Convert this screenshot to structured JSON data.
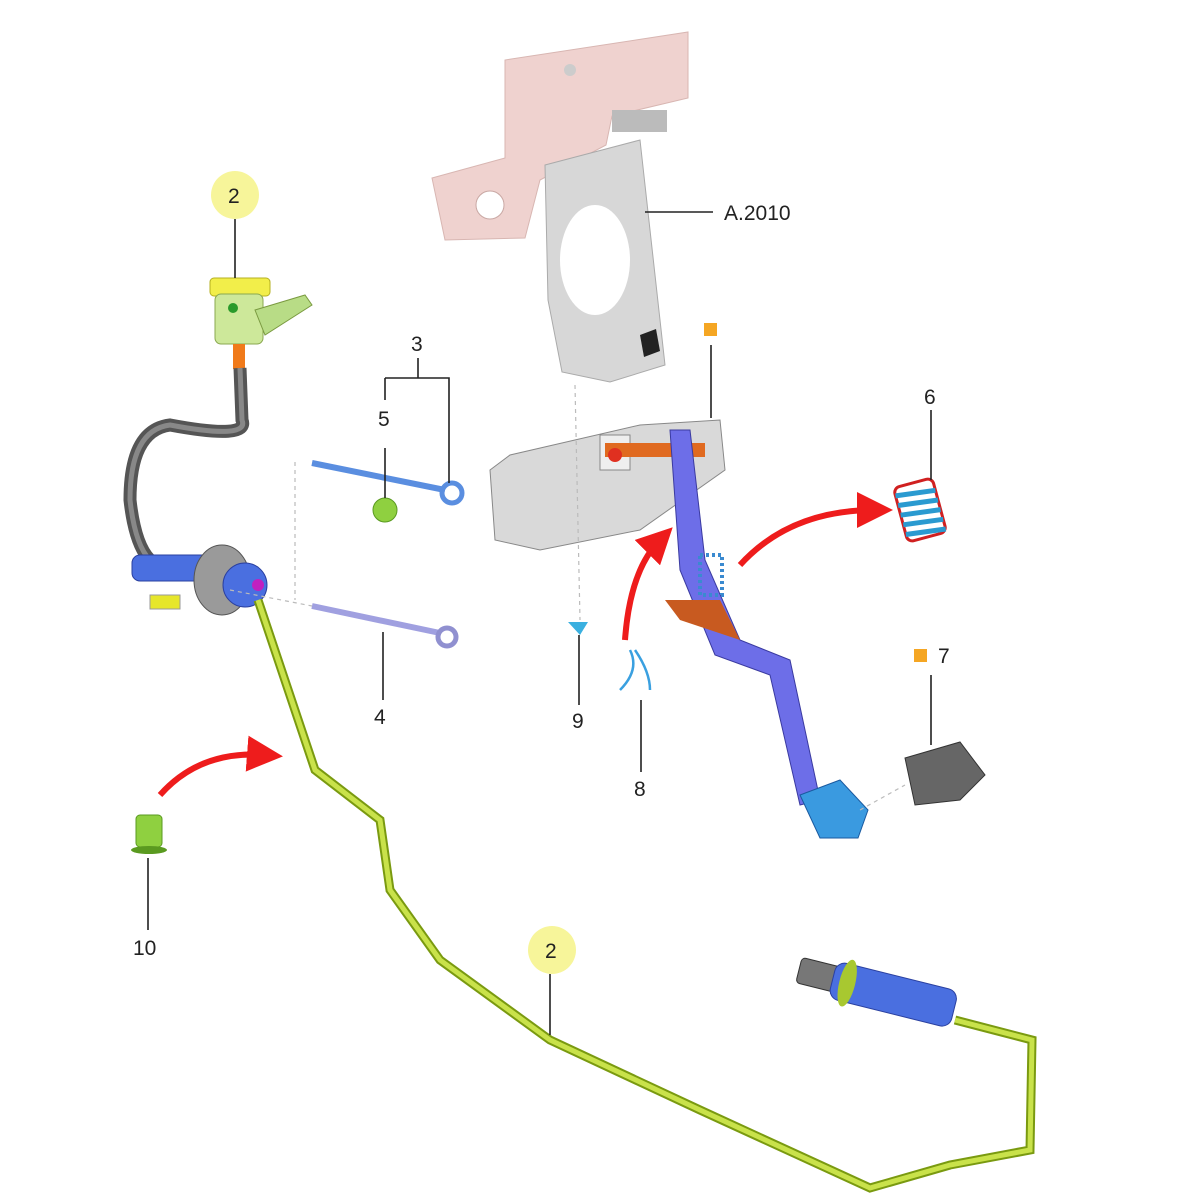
{
  "diagram": {
    "callouts": {
      "reservoir_top": "2",
      "bracket": "A.2010",
      "bolt_upper": "3",
      "nut": "5",
      "bolt_lower": "4",
      "spring": "6",
      "pedal_pad": "7",
      "clip_pin": "8",
      "stop_clip": "9",
      "hose_clip": "10",
      "pipe": "2"
    },
    "colors": {
      "highlight": "#f7f59a",
      "marker": "#f5a623",
      "arrow": "#ee1c1c",
      "pipe": "#b5d334",
      "cylinder": "#4a6fe0",
      "pedal": "#6d6ee8",
      "bracket_pink": "#efd2cf",
      "bracket_gray": "#d7d7d7"
    }
  }
}
